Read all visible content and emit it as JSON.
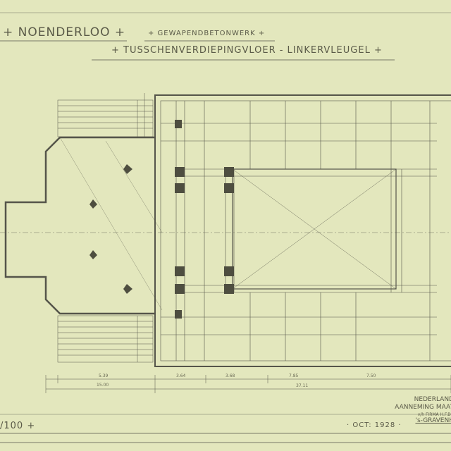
{
  "header": {
    "project": "+ NOENDERLOO +",
    "discipline": "+ GEWAPENDBETONWERK +",
    "sheet": "+ TUSSCHENVERDIEPINGVLOER - LINKERVLEUGEL +"
  },
  "footer": {
    "scale": "/100 +",
    "date": "· OCT: 1928 ·"
  },
  "title_block": [
    "NEDERLAND",
    "AANNEMING MAAT",
    "v/h FIRMA H.F.BO",
    "'s-GRAVENH"
  ],
  "dimensions": {
    "overall_left": "15.00",
    "left_segment": "5.39",
    "seg2": "3.64",
    "seg3": "3.68",
    "seg4": "7.85",
    "seg5": "7.50",
    "total": "37.11"
  },
  "colors": {
    "paper": "#e3e7bd",
    "ink": "#4e4e40"
  }
}
